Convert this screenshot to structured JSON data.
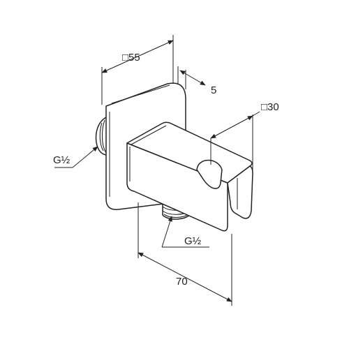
{
  "dimensions": {
    "plate_square": "□55",
    "plate_thickness": "5",
    "holder_square": "□30",
    "depth": "70",
    "thread_back": "G½",
    "thread_bottom": "G½"
  },
  "colors": {
    "line": "#222222",
    "background": "#ffffff"
  }
}
